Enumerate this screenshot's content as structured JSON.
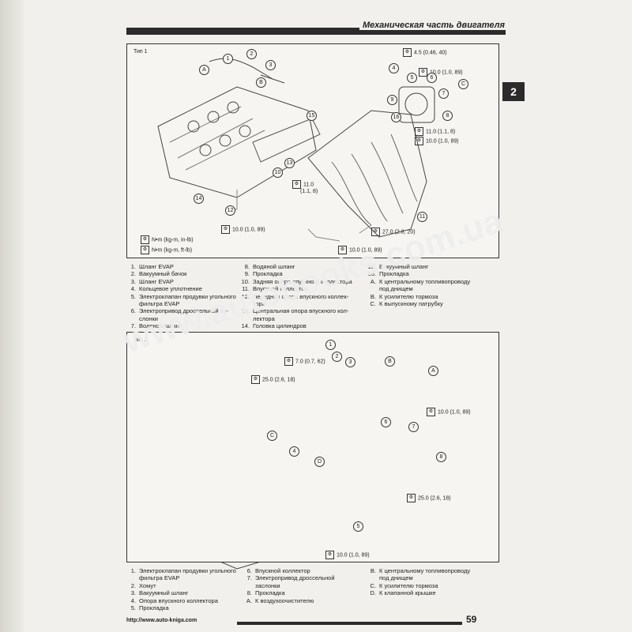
{
  "header": {
    "title": "Механическая часть двигателя",
    "chapter": "2"
  },
  "panel1": {
    "label": "Тип 1",
    "unit_nm_inlb": "N•m (kg-m, in-lb)",
    "unit_nm_ftlb": "N•m (kg-m, ft-lb)",
    "torques": [
      "4.5 (0.46, 40)",
      "10.0 (1.0, 89)",
      "11.0 (1.1, 8)",
      "10.0 (1.0, 89)",
      "11.0",
      "(1.1, 8)",
      "10.0 (1.0, 89)",
      "27.0 (2.8, 20)",
      "10.0 (1.0, 89)"
    ],
    "callouts": [
      "A",
      "B",
      "C",
      "1",
      "2",
      "3",
      "4",
      "5",
      "6",
      "7",
      "8",
      "9",
      "10",
      "11",
      "12",
      "13",
      "14",
      "15",
      "16"
    ]
  },
  "legend1": {
    "col1": [
      {
        "n": "1.",
        "t": "Шланг EVAP"
      },
      {
        "n": "2.",
        "t": "Вакуумный бачок"
      },
      {
        "n": "3.",
        "t": "Шланг EVAP"
      },
      {
        "n": "4.",
        "t": "Кольцевое уплотнение"
      },
      {
        "n": "5.",
        "t": "Электроклапан продувки угольного"
      },
      {
        "n": "",
        "t": "фильтра EVAP"
      },
      {
        "n": "6.",
        "t": "Электропривод дроссельной за-"
      },
      {
        "n": "",
        "t": "слонки"
      },
      {
        "n": "7.",
        "t": "Водяной шланг"
      }
    ],
    "col2": [
      {
        "n": "8.",
        "t": "Водяной шланг"
      },
      {
        "n": "9.",
        "t": "Прокладка"
      },
      {
        "n": "10.",
        "t": "Задняя опора впускного коллектора"
      },
      {
        "n": "11.",
        "t": "Впускной коллектор"
      },
      {
        "n": "12.",
        "t": "Передняя опора впускного коллек-"
      },
      {
        "n": "",
        "t": "тора"
      },
      {
        "n": "13.",
        "t": "Центральная опора впускного кол-"
      },
      {
        "n": "",
        "t": "лектора"
      },
      {
        "n": "14.",
        "t": "Головка цилиндров"
      }
    ],
    "col3": [
      {
        "n": "15.",
        "t": "Вакуумный шланг"
      },
      {
        "n": "16.",
        "t": "Прокладка"
      },
      {
        "n": "A.",
        "t": "К центральному топливопроводу"
      },
      {
        "n": "",
        "t": "под днищем"
      },
      {
        "n": "B.",
        "t": "К усилителю тормоза"
      },
      {
        "n": "C.",
        "t": "К выпускному патрубку"
      }
    ]
  },
  "panel2": {
    "label": "Тип 2",
    "torques": [
      "7.0 (0.7, 62)",
      "25.0 (2.6, 18)",
      "10.0 (1.0, 89)",
      "25.0 (2.6, 18)",
      "10.0 (1.0, 89)"
    ],
    "callouts": [
      "A",
      "B",
      "C",
      "D",
      "1",
      "2",
      "3",
      "4",
      "5",
      "6",
      "7",
      "8"
    ]
  },
  "legend2": {
    "col1": [
      {
        "n": "1.",
        "t": "Электроклапан продувки угольного"
      },
      {
        "n": "",
        "t": "фильтра EVAP"
      },
      {
        "n": "2.",
        "t": "Хомут"
      },
      {
        "n": "3.",
        "t": "Вакуумный шланг"
      },
      {
        "n": "4.",
        "t": "Опора впускного коллектора"
      },
      {
        "n": "5.",
        "t": "Прокладка"
      }
    ],
    "col2": [
      {
        "n": "6.",
        "t": "Впускной коллектор"
      },
      {
        "n": "7.",
        "t": "Электропривод дроссельной"
      },
      {
        "n": "",
        "t": "заслонки"
      },
      {
        "n": "8.",
        "t": "Прокладка"
      },
      {
        "n": "A.",
        "t": "К воздухоочистителю"
      }
    ],
    "col3": [
      {
        "n": "B.",
        "t": "К центральному топливопроводу"
      },
      {
        "n": "",
        "t": "под днищем"
      },
      {
        "n": "C.",
        "t": "К усилителю тормоза"
      },
      {
        "n": "D.",
        "t": "К клапанной крышке"
      }
    ]
  },
  "footer": {
    "url": "http://www.auto-kniga.com",
    "page": "59"
  },
  "watermark": "www.autobooks.com.ua"
}
